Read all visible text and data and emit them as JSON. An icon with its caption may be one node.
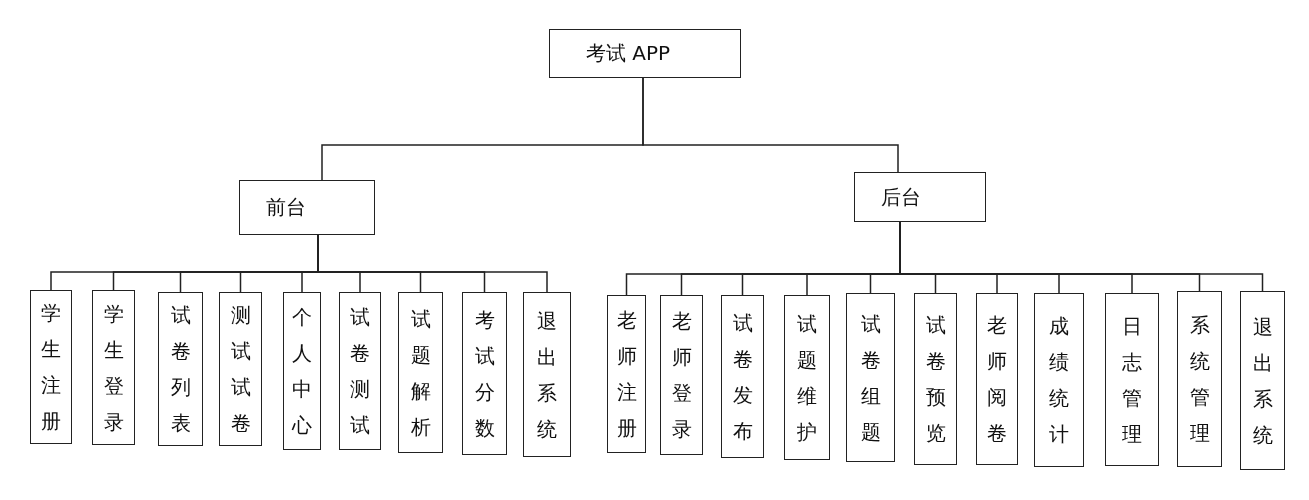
{
  "diagram": {
    "nodes": [
      {
        "text": [
          "考试 APP"
        ]
      },
      {
        "text": [
          "前台"
        ]
      },
      {
        "text": [
          "后台"
        ]
      },
      {
        "text": [
          "学生注册"
        ]
      },
      {
        "text": [
          "学生登录"
        ]
      },
      {
        "text": [
          "试卷列表"
        ]
      },
      {
        "text": [
          "测试试卷"
        ]
      },
      {
        "text": [
          "个人中心"
        ]
      },
      {
        "text": [
          "试卷测试"
        ]
      },
      {
        "text": [
          "试题解析"
        ]
      },
      {
        "text": [
          "考试分数"
        ]
      },
      {
        "text": [
          "退出系统"
        ]
      },
      {
        "text": [
          "老师注册"
        ]
      },
      {
        "text": [
          "老师登录"
        ]
      },
      {
        "text": [
          "试卷发布"
        ]
      },
      {
        "text": [
          "试题维护"
        ]
      },
      {
        "text": [
          "试卷组题"
        ]
      },
      {
        "text": [
          "试卷预览"
        ]
      },
      {
        "text": [
          "老师阅卷"
        ]
      },
      {
        "text": [
          "成绩统计"
        ]
      },
      {
        "text": [
          "日志管理"
        ]
      },
      {
        "text": [
          "系统管理"
        ]
      },
      {
        "text": [
          "退出系统"
        ]
      }
    ],
    "edges": [
      {
        "from": 0,
        "to": 1,
        "arrow": "none"
      },
      {
        "from": 0,
        "to": 2,
        "arrow": "none"
      },
      {
        "from": 1,
        "to": 3,
        "arrow": "none"
      },
      {
        "from": 1,
        "to": 4,
        "arrow": "none"
      },
      {
        "from": 1,
        "to": 5,
        "arrow": "none"
      },
      {
        "from": 1,
        "to": 6,
        "arrow": "none"
      },
      {
        "from": 1,
        "to": 7,
        "arrow": "none"
      },
      {
        "from": 1,
        "to": 8,
        "arrow": "none"
      },
      {
        "from": 1,
        "to": 9,
        "arrow": "none"
      },
      {
        "from": 1,
        "to": 10,
        "arrow": "none"
      },
      {
        "from": 1,
        "to": 11,
        "arrow": "none"
      },
      {
        "from": 2,
        "to": 12,
        "arrow": "none"
      },
      {
        "from": 2,
        "to": 13,
        "arrow": "none"
      },
      {
        "from": 2,
        "to": 14,
        "arrow": "none"
      },
      {
        "from": 2,
        "to": 15,
        "arrow": "none"
      },
      {
        "from": 2,
        "to": 16,
        "arrow": "none"
      },
      {
        "from": 2,
        "to": 17,
        "arrow": "none"
      },
      {
        "from": 2,
        "to": 18,
        "arrow": "none"
      },
      {
        "from": 2,
        "to": 19,
        "arrow": "none"
      },
      {
        "from": 2,
        "to": 20,
        "arrow": "none"
      },
      {
        "from": 2,
        "to": 21,
        "arrow": "none"
      },
      {
        "from": 2,
        "to": 22,
        "arrow": "none"
      }
    ]
  }
}
